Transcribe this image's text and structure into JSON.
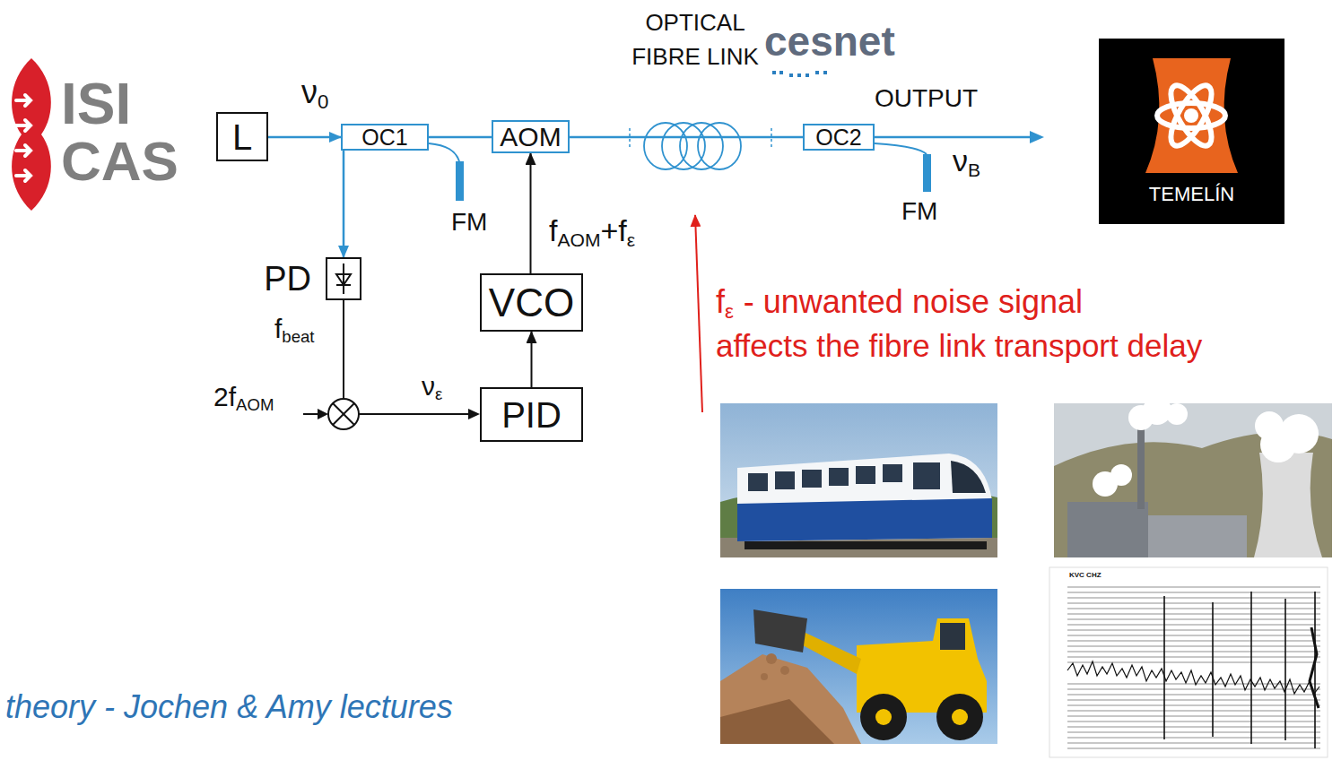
{
  "diagram": {
    "nodes": [
      {
        "text": [
          "L"
        ]
      },
      {
        "text": [
          "OC1"
        ]
      },
      {
        "text": [
          "AOM"
        ]
      },
      {
        "text": [
          "OC2"
        ]
      },
      {
        "text": [
          "PD"
        ]
      },
      {
        "text": [
          "VCO"
        ]
      },
      {
        "text": [
          "PID"
        ]
      },
      {
        "text": [
          "TEMELÍN"
        ]
      }
    ],
    "edges": [
      {
        "from": 0,
        "to": 1,
        "arrow": "to"
      },
      {
        "from": 1,
        "to": 2,
        "arrow": "none"
      },
      {
        "from": 2,
        "to": 3,
        "arrow": "none"
      },
      {
        "from": 1,
        "to": 4,
        "arrow": "to"
      },
      {
        "from": 6,
        "to": 5,
        "arrow": "to"
      },
      {
        "from": 5,
        "to": 2,
        "arrow": "to"
      }
    ],
    "labels": [
      "ISI",
      "CAS",
      "OPTICAL FIBRE LINK",
      "cesnet",
      "OUTPUT",
      "ν",
      "0",
      "ν",
      "B",
      "FM",
      "FM",
      "f",
      "beat",
      "2f",
      "AOM",
      "ν",
      "ε",
      "f",
      "AOM",
      "+f",
      "ε",
      "f",
      "ε",
      "- unwanted noise signal",
      "affects the fibre link transport delay",
      "theory -  Jochen & Amy lectures",
      "KVC CHZ"
    ]
  }
}
